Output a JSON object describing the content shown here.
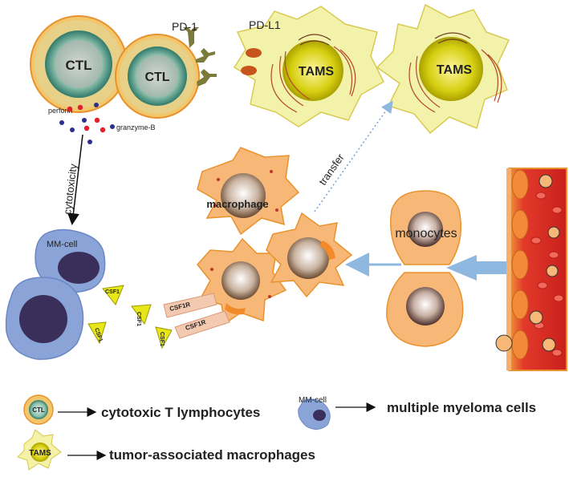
{
  "colors": {
    "cell_orange": "#f7b877",
    "cell_outline": "#e8922e",
    "tams_fill": "#f3f2a6",
    "mm_blue": "#8aa4d8",
    "mm_nucleus": "#3a2f5a",
    "arrow_blue": "#8fb8e0",
    "perforin": "#e0202a",
    "granzyme": "#2b2f8f",
    "pd1": "#7b7a3a",
    "pdl1": "#c7541c",
    "vessel": "#d9342a",
    "csf1": "#e6e619"
  },
  "labels": {
    "ctl_1": "CTL",
    "ctl_2": "CTL",
    "pd1": "PD-1",
    "pdl1": "PD-L1",
    "tams_1": "TAMS",
    "tams_2": "TAMS",
    "perforin": "perforin",
    "granzyme": "granzyme-B",
    "cytotoxicity": "cytotoxicity",
    "mm_cell": "MM-cell",
    "csf1": "CSF1",
    "csf1r": "CSF1R",
    "macrophage": "macrophage",
    "transfer": "transfer",
    "monocytes": "monocytes"
  },
  "legend": {
    "ctl_icon": "CTL",
    "ctl_text": "cytotoxic T lymphocytes",
    "mm_icon": "MM-cell",
    "mm_text": "multiple myeloma cells",
    "tams_icon": "TAMS",
    "tams_text": "tumor-associated macrophages"
  }
}
